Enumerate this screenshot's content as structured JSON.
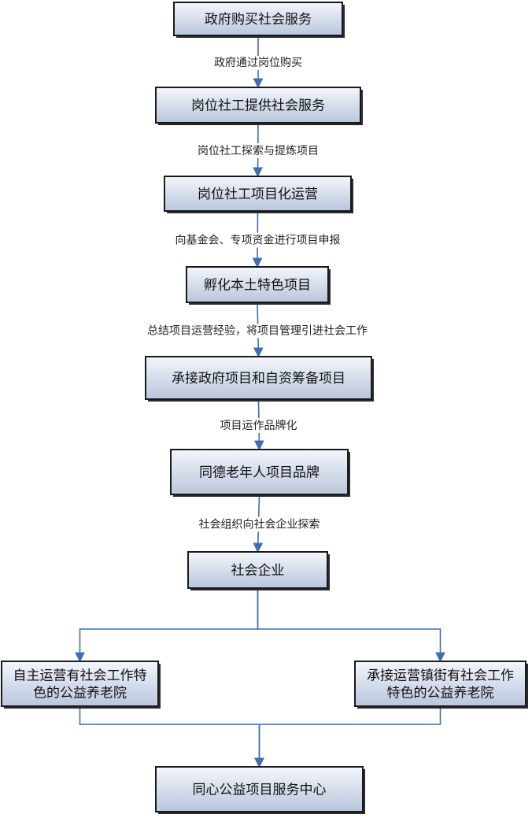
{
  "nodes": [
    {
      "id": "n1",
      "lines": [
        "政府购买社会服务"
      ]
    },
    {
      "id": "n2",
      "lines": [
        "岗位社工提供社会服务"
      ]
    },
    {
      "id": "n3",
      "lines": [
        "岗位社工项目化运营"
      ]
    },
    {
      "id": "n4",
      "lines": [
        "孵化本土特色项目"
      ]
    },
    {
      "id": "n5",
      "lines": [
        "承接政府项目和自资筹备项目"
      ]
    },
    {
      "id": "n6",
      "lines": [
        "同德老年人项目品牌"
      ]
    },
    {
      "id": "n7",
      "lines": [
        "社会企业"
      ]
    },
    {
      "id": "n8",
      "lines": [
        "自主运营有社会工作特",
        "色的公益养老院"
      ]
    },
    {
      "id": "n9",
      "lines": [
        "承接运营镇街有社会工作",
        "特色的公益养老院"
      ]
    },
    {
      "id": "n10",
      "lines": [
        "同心公益项目服务中心"
      ]
    }
  ],
  "edges": [
    {
      "from": "n1",
      "to": "n2",
      "label": "政府通过岗位购买"
    },
    {
      "from": "n2",
      "to": "n3",
      "label": "岗位社工探索与提炼项目"
    },
    {
      "from": "n3",
      "to": "n4",
      "label": "向基金会、专项资金进行项目申报"
    },
    {
      "from": "n4",
      "to": "n5",
      "label": "总结项目运营经验，将项目管理引进社会工作"
    },
    {
      "from": "n5",
      "to": "n6",
      "label": "项目运作品牌化"
    },
    {
      "from": "n6",
      "to": "n7",
      "label": "社会组织向社会企业探索"
    },
    {
      "from": "n7",
      "to": "n8",
      "label": ""
    },
    {
      "from": "n7",
      "to": "n9",
      "label": ""
    },
    {
      "from": "n8",
      "to": "n10",
      "label": ""
    },
    {
      "from": "n9",
      "to": "n10",
      "label": ""
    }
  ],
  "colors": {
    "box_top": "#f4f6fb",
    "box_bottom": "#b9c6dc",
    "connector": "#3f6fb0"
  }
}
